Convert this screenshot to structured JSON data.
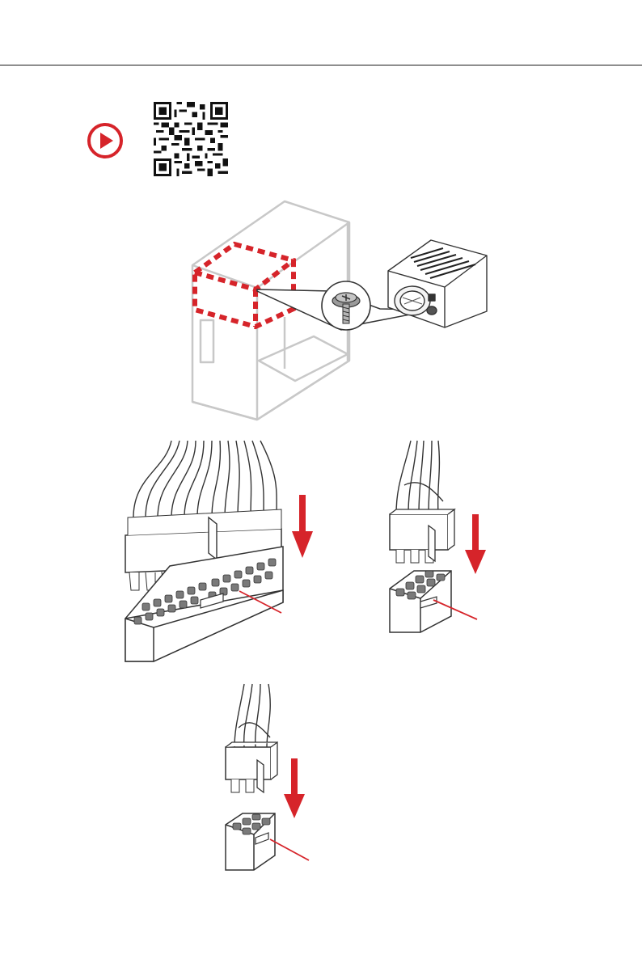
{
  "document": {
    "type": "installation-illustration",
    "video_link": {
      "icon": "play-circle-icon"
    },
    "qr_code": {
      "icon": "qr-code-icon"
    },
    "steps": [
      {
        "name": "install-psu-into-case",
        "icons": [
          "pc-case",
          "psu-unit",
          "screw-icon"
        ]
      },
      {
        "name": "connect-24pin-atx",
        "icon": "arrow-down-icon"
      },
      {
        "name": "connect-8pin-cpu",
        "icon": "arrow-down-icon"
      },
      {
        "name": "connect-6pin-pcie",
        "icon": "arrow-down-icon"
      }
    ]
  },
  "colors": {
    "accent": "#d6242a",
    "line": "#555555",
    "light_gray": "#d9d9d9",
    "pin_fill": "#7a7a7a"
  }
}
